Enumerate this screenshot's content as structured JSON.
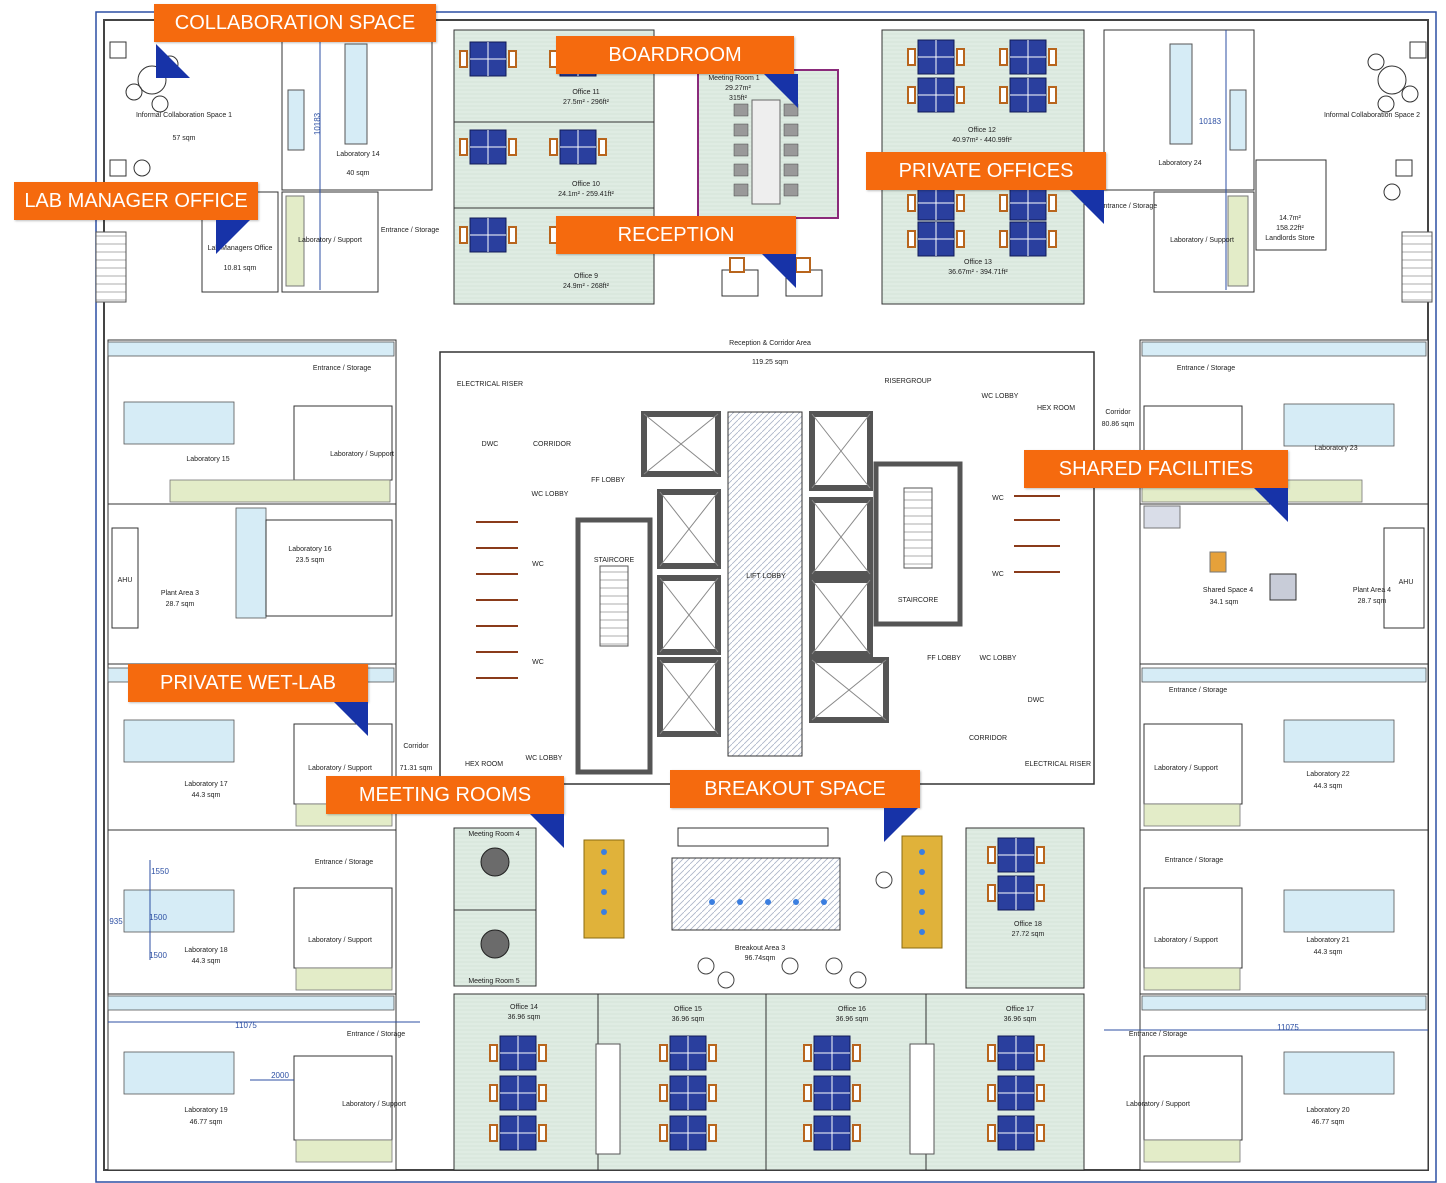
{
  "callouts": {
    "collaboration": "COLLABORATION  SPACE",
    "boardroom": "BOARDROOM",
    "lab_manager": "LAB MANAGER OFFICE",
    "private_offices": "PRIVATE OFFICES",
    "reception": "RECEPTION",
    "shared_facilities": "SHARED FACILITIES",
    "private_wet_lab": "PRIVATE  WET-LAB",
    "meeting_rooms": "MEETING ROOMS",
    "breakout": "BREAKOUT SPACE"
  },
  "rooms": {
    "lab14": "Laboratory 14",
    "lab14_area": "40 sqm",
    "lab15": "Laboratory 15",
    "lab16": "Laboratory 16",
    "lab16_area": "23.5 sqm",
    "lab17": "Laboratory 17",
    "lab17_area": "44.3 sqm",
    "lab18": "Laboratory 18",
    "lab18_area": "44.3 sqm",
    "lab19": "Laboratory 19",
    "lab19_area": "46.77 sqm",
    "lab20": "Laboratory 20",
    "lab20_area": "46.77 sqm",
    "lab21": "Laboratory 21",
    "lab21_area": "44.3 sqm",
    "lab22": "Laboratory 22",
    "lab22_area": "44.3 sqm",
    "lab23": "Laboratory 23",
    "lab24": "Laboratory 24",
    "office9": "Office 9",
    "office9_area": "24.9m² - 268ft²",
    "office10": "Office 10",
    "office10_area": "24.1m² - 259.41ft²",
    "office11": "Office 11",
    "office11_area": "27.5m² - 296ft²",
    "office12": "Office 12",
    "office12_area": "40.97m² - 440.99ft²",
    "office13": "Office 13",
    "office13_area": "36.67m² - 394.71ft²",
    "office14": "Office 14",
    "office14_area": "36.96 sqm",
    "office15": "Office 15",
    "office15_area": "36.96 sqm",
    "office16": "Office 16",
    "office16_area": "36.96 sqm",
    "office17": "Office 17",
    "office17_area": "36.96 sqm",
    "office18": "Office 18",
    "office18_area": "27.72 sqm",
    "meeting_room_1": "Meeting Room 1",
    "meeting_room_1_area": "29.27m²",
    "meeting_room_1_ft": "315ft²",
    "meeting_room_4": "Meeting Room 4",
    "meeting_room_5": "Meeting Room 5",
    "breakout": "Breakout Area 3",
    "breakout_area": "96.74sqm",
    "lift_lobby": "LIFT LOBBY",
    "staircore": "STAIRCORE",
    "reception_corridor": "Reception & Corridor Area",
    "reception_area": "119.25 sqm",
    "electrical_riser": "ELECTRICAL RISER",
    "riser_group": "RISERGROUP",
    "hex_room": "HEX ROOM",
    "corridor": "CORRIDOR",
    "wc": "WC",
    "dwc": "DWC",
    "ff_lobby": "FF LOBBY",
    "wc_lobby": "WC LOBBY",
    "corridor_left": "Corridor",
    "corridor_left_area": "71.31 sqm",
    "corridor_right": "Corridor",
    "corridor_right_area": "80.86 sqm",
    "plant_area_3": "Plant Area 3",
    "plant_area_3_area": "28.7 sqm",
    "plant_area_4": "Plant Area 4",
    "plant_area_4_area": "28.7 sqm",
    "ahu": "AHU",
    "shared_space": "Shared Space 4",
    "shared_space_area": "34.1 sqm",
    "informal_1": "Informal Collaboration Space 1",
    "informal_1_area": "57 sqm",
    "informal_2": "Informal Collaboration Space 2",
    "lab_managers_office": "Lab Managers Office",
    "lab_managers_area": "10.81 sqm",
    "landlords_store": "Landlords Store",
    "landlords_area": "14.7m²",
    "landlords_ft": "158.22ft²",
    "entrance_storage": "Entrance / Storage",
    "lab_support": "Laboratory / Support",
    "dim_10183": "10183",
    "dim_11075": "11075",
    "dim_2000": "2000",
    "dim_1550": "1550",
    "dim_1500": "1500",
    "dim_935": "935"
  },
  "colors": {
    "callout": "#f56a0e",
    "pointer": "#1733a8",
    "office_floor": "#dfece3",
    "lab_bench": "#d6ecf6",
    "desk": "#2a3f9e",
    "chair": "#b8651d",
    "breakout_table": "#e0b23a"
  }
}
